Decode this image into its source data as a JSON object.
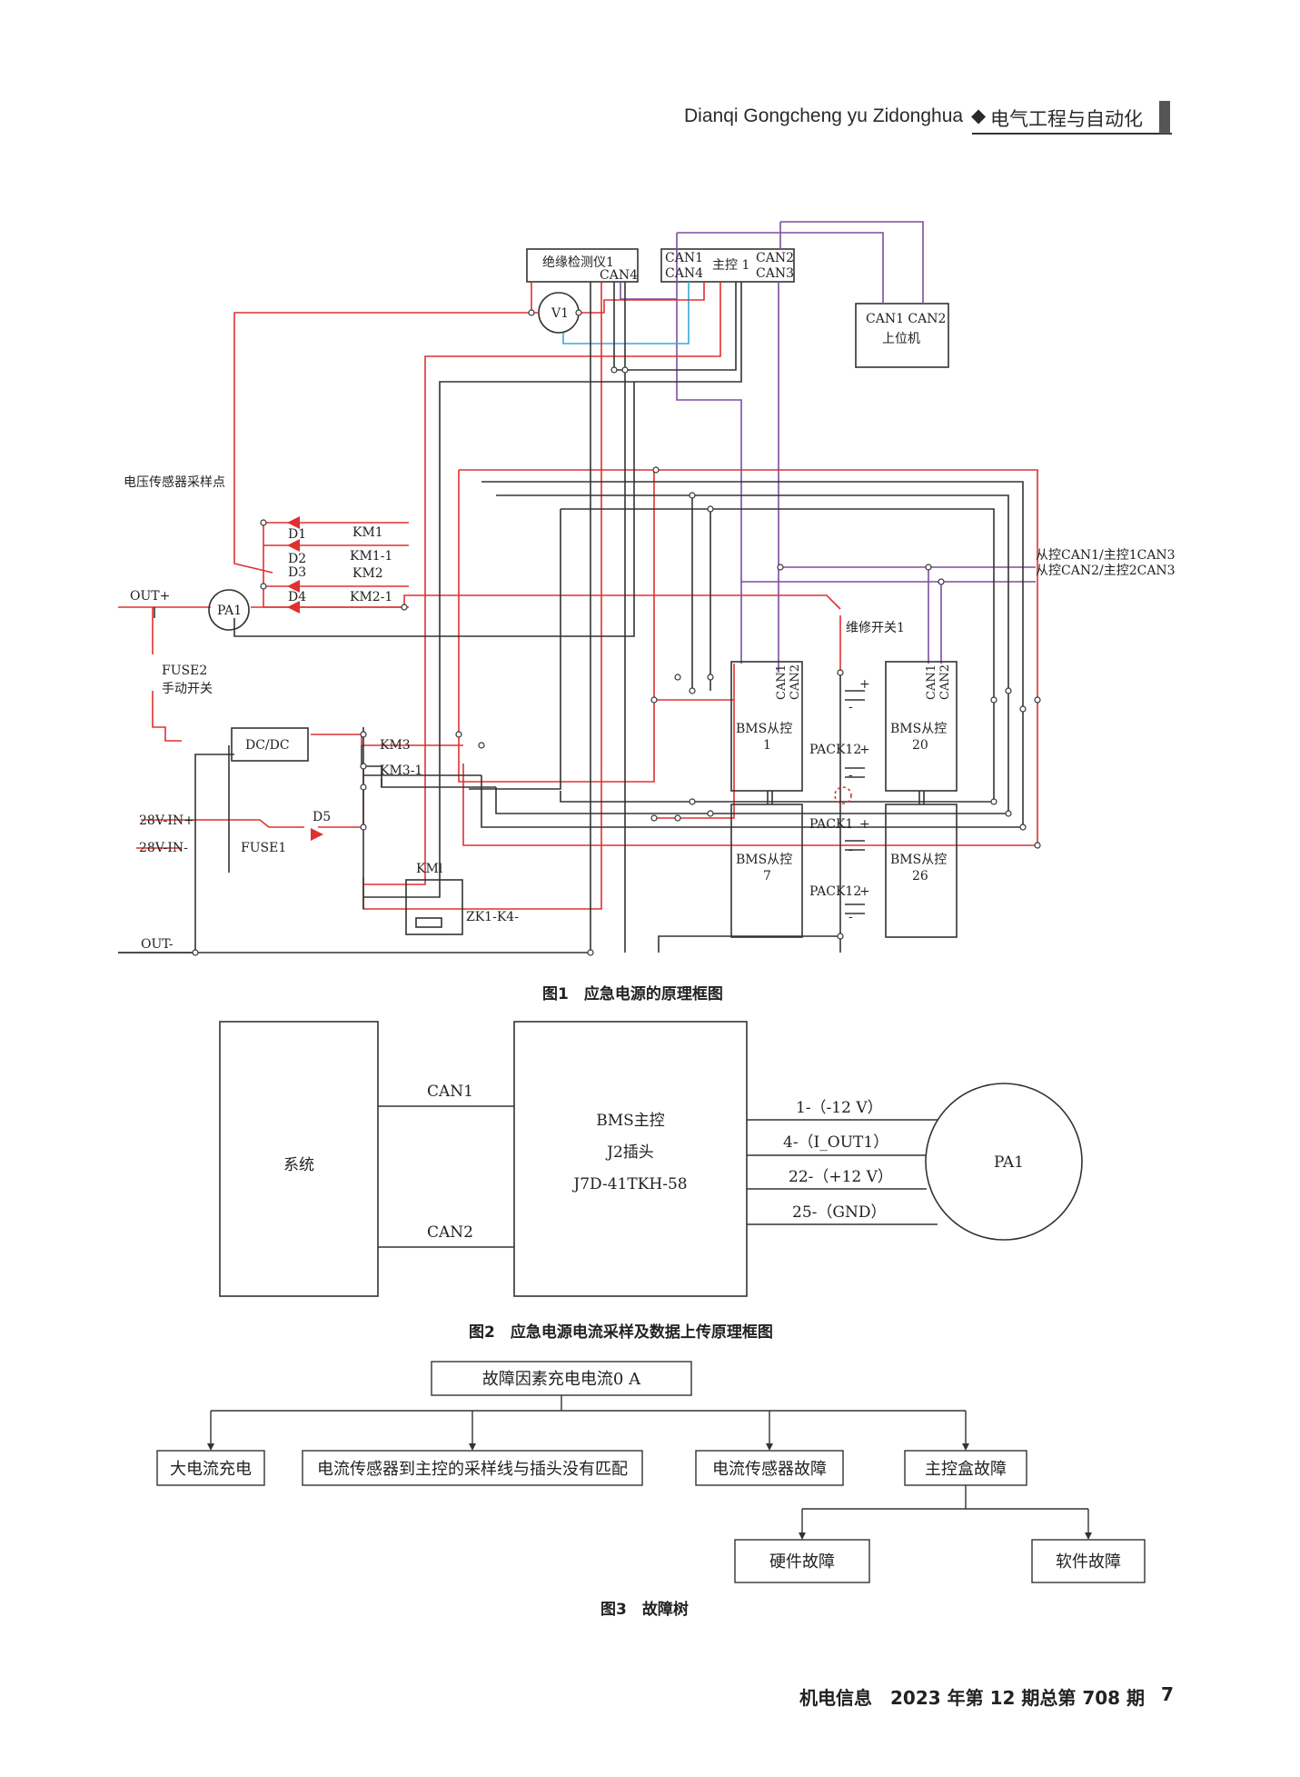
{
  "header": {
    "journal_pinyin": "Dianqi Gongcheng yu Zidonghua",
    "diamond": "◆",
    "journal_cn": "电气工程与自动化"
  },
  "figure1": {
    "caption": "图1　应急电源的原理框图",
    "labels": {
      "insulation": "绝缘检测仪1",
      "insulation_can4": "CAN4",
      "master_can1": "CAN1",
      "master_can4": "CAN4",
      "master_title": "主控 1",
      "master_can2": "CAN2",
      "master_can3": "CAN3",
      "host_can": "CAN1 CAN2",
      "host_title": "上位机",
      "v1": "V1",
      "pa1": "PA1",
      "sample_point": "电压传感器采样点",
      "d1": "D1",
      "d2": "D2",
      "d3": "D3",
      "d4": "D4",
      "km1": "KM1",
      "km1_1": "KM1-1",
      "km2": "KM2",
      "km2_1": "KM2-1",
      "out_plus": "OUT+",
      "out_minus": "OUT-",
      "fuse2": "FUSE2",
      "manual_switch": "手动开关",
      "dcdc": "DC/DC",
      "km3": "KM3",
      "km3_1": "KM3-1",
      "in_plus": "28V-IN+",
      "in_minus": "28V-IN-",
      "d5": "D5",
      "fuse1": "FUSE1",
      "kml": "KMl",
      "zk": "ZK1-K4-",
      "slave_can1_line": "从控CAN1/主控1CAN3",
      "slave_can2_line": "从控CAN2/主控2CAN3",
      "repair_switch": "维修开关1",
      "bms1_t": "BMS从控",
      "bms1_n": "1",
      "bms20_t": "BMS从控",
      "bms20_n": "20",
      "bms7_t": "BMS从控",
      "bms7_n": "7",
      "bms26_t": "BMS从控",
      "bms26_n": "26",
      "can1_v": "CAN1",
      "can2_v": "CAN2",
      "pack12_a": "PACK12",
      "pack1": "PACK1",
      "pack12_b": "PACK12",
      "plus": "+",
      "minus": "-"
    }
  },
  "figure2": {
    "caption": "图2　应急电源电流采样及数据上传原理框图",
    "system": "系统",
    "can1": "CAN1",
    "can2": "CAN2",
    "bms_line1": "BMS主控",
    "bms_line2": "J2插头",
    "bms_line3": "J7D-41TKH-58",
    "pa1": "PA1",
    "pins": [
      "1-（-12 V）",
      "4-（I_OUT1）",
      "22-（+12 V）",
      "25-（GND）"
    ]
  },
  "figure3": {
    "caption": "图3　故障树",
    "root": "故障因素充电电流0 A",
    "level1": [
      "大电流充电",
      "电流传感器到主控的采样线与插头没有匹配",
      "电流传感器故障",
      "主控盒故障"
    ],
    "level2": [
      "硬件故障",
      "软件故障"
    ]
  },
  "footer": {
    "text": "机电信息　2023 年第 12 期总第 708 期",
    "page": "7"
  }
}
